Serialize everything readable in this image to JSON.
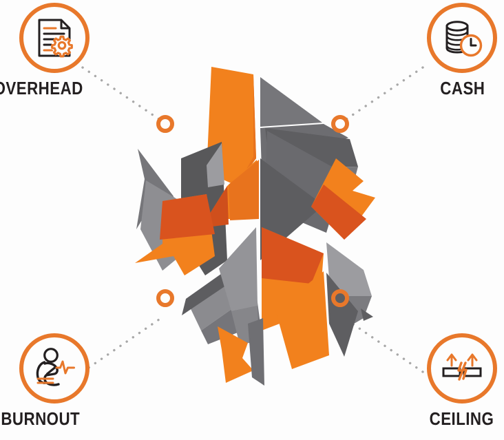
{
  "diagram": {
    "title": "",
    "background_color": "#fdfdfd",
    "accent_color": "#e8782b",
    "text_color": "#231f20",
    "connector_color": "#a8a8a8"
  },
  "nodes": [
    {
      "id": "overhead",
      "label": "OVERHEAD",
      "position": "top-left",
      "icon": "document-gear-icon",
      "icon_description": "document page with folded corner, text lines and a gear",
      "ring_color": "#e8782b",
      "connector_dot_color": "#e8782b"
    },
    {
      "id": "cash",
      "label": "CASH",
      "position": "top-right",
      "icon": "coin-stack-clock-icon",
      "icon_description": "stack of coins with an orange clock overlapping",
      "ring_color": "#e8782b",
      "connector_dot_color": "#e8782b"
    },
    {
      "id": "burnout",
      "label": "BURNOUT",
      "position": "bottom-left",
      "icon": "exhausted-person-heartbeat-icon",
      "icon_description": "slumped seated person with an orange heartbeat line",
      "ring_color": "#e8782b",
      "connector_dot_color": "#e8782b"
    },
    {
      "id": "ceiling",
      "label": "CEILING",
      "position": "bottom-right",
      "icon": "cracked-ceiling-arrows-icon",
      "icon_description": "cracked horizontal bar with two orange arrows pushing upward",
      "ring_color": "#e8782b",
      "connector_dot_color": "#e8782b"
    }
  ],
  "connectors": [
    {
      "from": "overhead",
      "to": "center",
      "style": "dotted",
      "endpoint_marker": "orange-ring"
    },
    {
      "from": "cash",
      "to": "center",
      "style": "dotted",
      "endpoint_marker": "orange-ring"
    },
    {
      "from": "burnout",
      "to": "center",
      "style": "dotted",
      "endpoint_marker": "orange-ring"
    },
    {
      "from": "ceiling",
      "to": "center",
      "style": "dotted",
      "endpoint_marker": "orange-ring"
    }
  ],
  "center_graphic": {
    "name": "shattered-polygon-cluster",
    "description": "abstract exploded cluster of orange and gray angular shards",
    "palette": {
      "orange_light": "#f2811d",
      "orange_mid": "#ef7622",
      "orange_dark": "#d9531e",
      "gray_dark": "#58585a",
      "gray_mid": "#76767a",
      "gray_light": "#9b9b9f",
      "gray_pale": "#b4b4b8"
    }
  }
}
